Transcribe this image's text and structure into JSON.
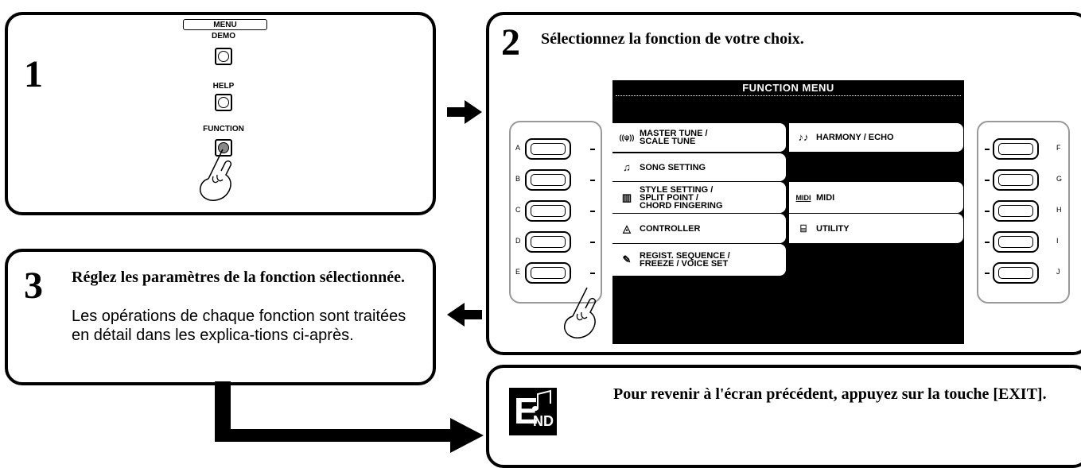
{
  "step1": {
    "number": "1",
    "menu_label": "MENU",
    "buttons": [
      {
        "label": "DEMO",
        "pressed": false
      },
      {
        "label": "HELP",
        "pressed": false
      },
      {
        "label": "FUNCTION",
        "pressed": true
      }
    ]
  },
  "step2": {
    "number": "2",
    "title": "Sélectionnez la fonction de votre choix.",
    "screen_title": "FUNCTION MENU",
    "left_buttons": [
      "A",
      "B",
      "C",
      "D",
      "E"
    ],
    "right_buttons": [
      "F",
      "G",
      "H",
      "I",
      "J"
    ],
    "left_items": [
      {
        "icon": "tuning-fork-icon",
        "glyph": "((ψ))",
        "label": "MASTER TUNE /\nSCALE TUNE"
      },
      {
        "icon": "music-note-icon",
        "glyph": "♫",
        "label": "SONG SETTING"
      },
      {
        "icon": "keyboard-icon",
        "glyph": "▥",
        "label": "STYLE SETTING /\nSPLIT POINT /\nCHORD FINGERING"
      },
      {
        "icon": "controller-icon",
        "glyph": "◬",
        "label": "CONTROLLER"
      },
      {
        "icon": "registration-icon",
        "glyph": "✎",
        "label": "REGIST. SEQUENCE /\nFREEZE / VOICE SET"
      }
    ],
    "right_items": [
      {
        "icon": "harmony-icon",
        "glyph": "♪♪",
        "label": "HARMONY / ECHO"
      },
      {
        "icon": "midi-icon",
        "glyph": "MIDI",
        "label": "MIDI"
      },
      {
        "icon": "utility-icon",
        "glyph": "⌸",
        "label": "UTILITY"
      }
    ]
  },
  "step3": {
    "number": "3",
    "title": "Réglez les paramètres de la fonction sélectionnée.",
    "body": "Les opérations de chaque fonction sont traitées en détail dans les explica-tions ci-après."
  },
  "end": {
    "icon_letter": "E",
    "icon_sub": "ND",
    "text": "Pour revenir à l'écran précédent, appuyez sur la touche [EXIT]."
  }
}
